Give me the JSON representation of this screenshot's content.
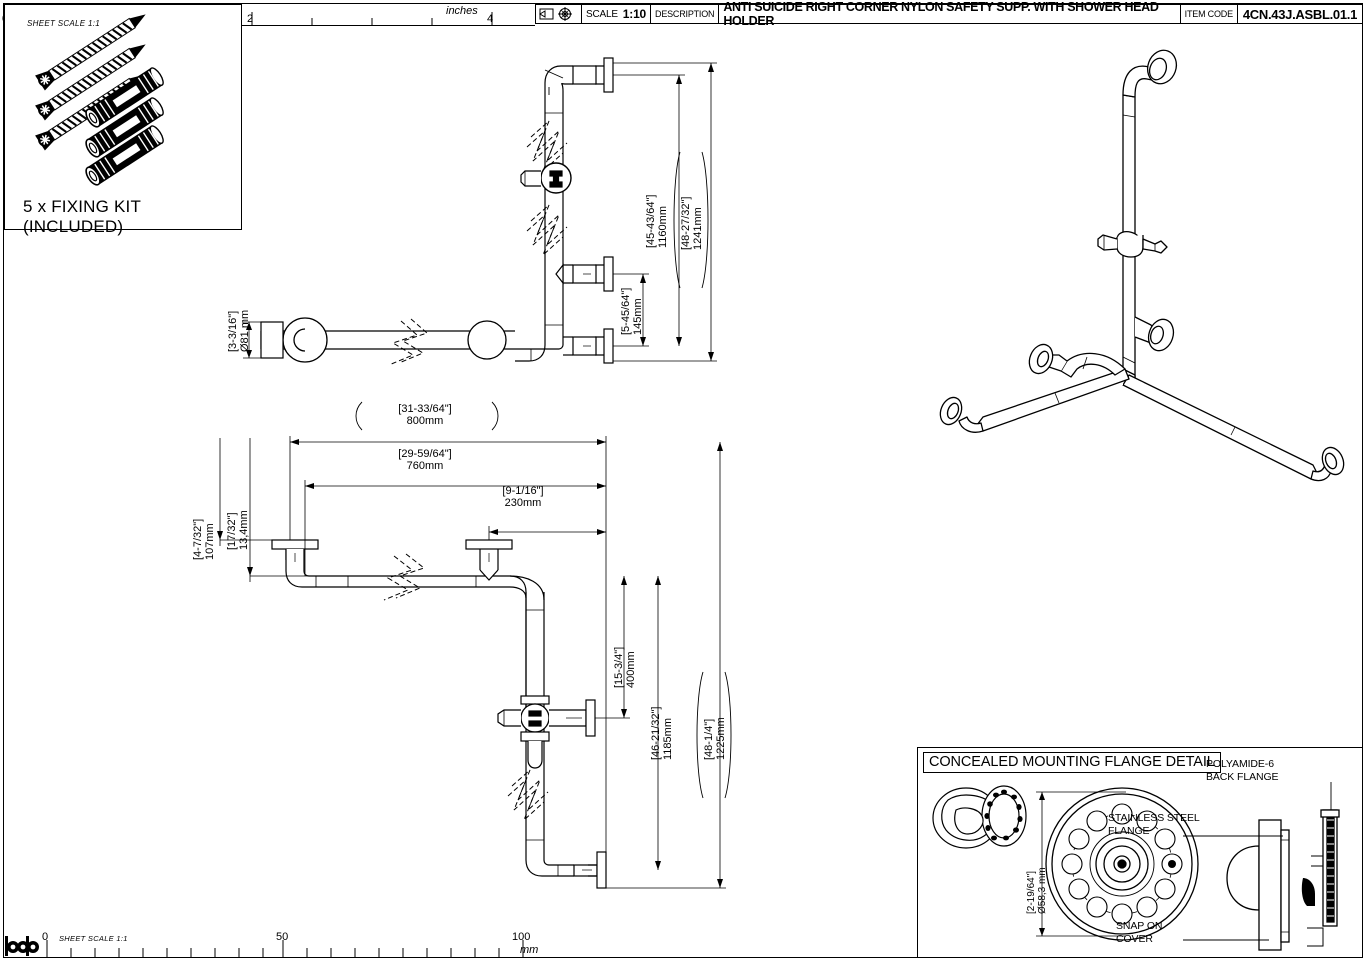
{
  "title_block": {
    "projection_symbol": "first-angle-projection-icon",
    "scale_label": "SCALE",
    "scale_value": "1:10",
    "description_label": "DESCRIPTION",
    "description_value": "ANTI SUICIDE RIGHT CORNER NYLON SAFETY SUPP. WITH SHOWER HEAD HOLDER",
    "item_code_label": "ITEM CODE",
    "item_code_value": "4CN.43J.ASBL.01.1"
  },
  "fixing_kit": {
    "sheet_scale": "SHEET SCALE 1:1",
    "caption": "5 x FIXING KIT (INCLUDED)"
  },
  "ruler_top": {
    "unit": "inches",
    "labels": [
      "0",
      "2",
      "4"
    ]
  },
  "ruler_bottom": {
    "logo": "pba",
    "sheet_scale": "SHEET SCALE 1:1",
    "unit": "mm",
    "labels": [
      "0",
      "50",
      "100"
    ]
  },
  "elevation_upper": {
    "dim_flange_dia_in": "[3-3/16\"]",
    "dim_flange_dia_mm": "Ø81 mm",
    "dim_lower_in": "[5-45/64\"]",
    "dim_lower_mm": "145mm",
    "dim_mid_in": "[45-43/64\"]",
    "dim_mid_mm": "1160mm",
    "dim_total_in": "[48-27/32\"]",
    "dim_total_mm": "1241mm"
  },
  "elevation_main": {
    "dim_800_in": "[31-33/64\"]",
    "dim_800_mm": "800mm",
    "dim_760_in": "[29-59/64\"]",
    "dim_760_mm": "760mm",
    "dim_230_in": "[9-1/16\"]",
    "dim_230_mm": "230mm",
    "dim_107_in": "[4-7/32\"]",
    "dim_107_mm": "107mm",
    "dim_134_in": "[17/32\"]",
    "dim_134_mm": "13,4mm",
    "dim_400_in": "[15-3/4\"]",
    "dim_400_mm": "400mm",
    "dim_1185_in": "[46-21/32\"]",
    "dim_1185_mm": "1185mm",
    "dim_1225_in": "[48-1/4\"]",
    "dim_1225_mm": "1225mm"
  },
  "flange_detail": {
    "title": "CONCEALED MOUNTING FLANGE DETAIL",
    "dim_dia_in": "[2-19/64\"]",
    "dim_dia_mm": "Ø58,3 mm",
    "note_polyamide_line1": "POLYAMIDE-6",
    "note_polyamide_line2": "BACK FLANGE",
    "note_steel_line1": "STAINLESS STEEL",
    "note_steel_line2": "FLANGE",
    "note_snap_line1": "SNAP ON",
    "note_snap_line2": "COVER"
  },
  "colors": {
    "line": "#000000",
    "background": "#ffffff"
  }
}
